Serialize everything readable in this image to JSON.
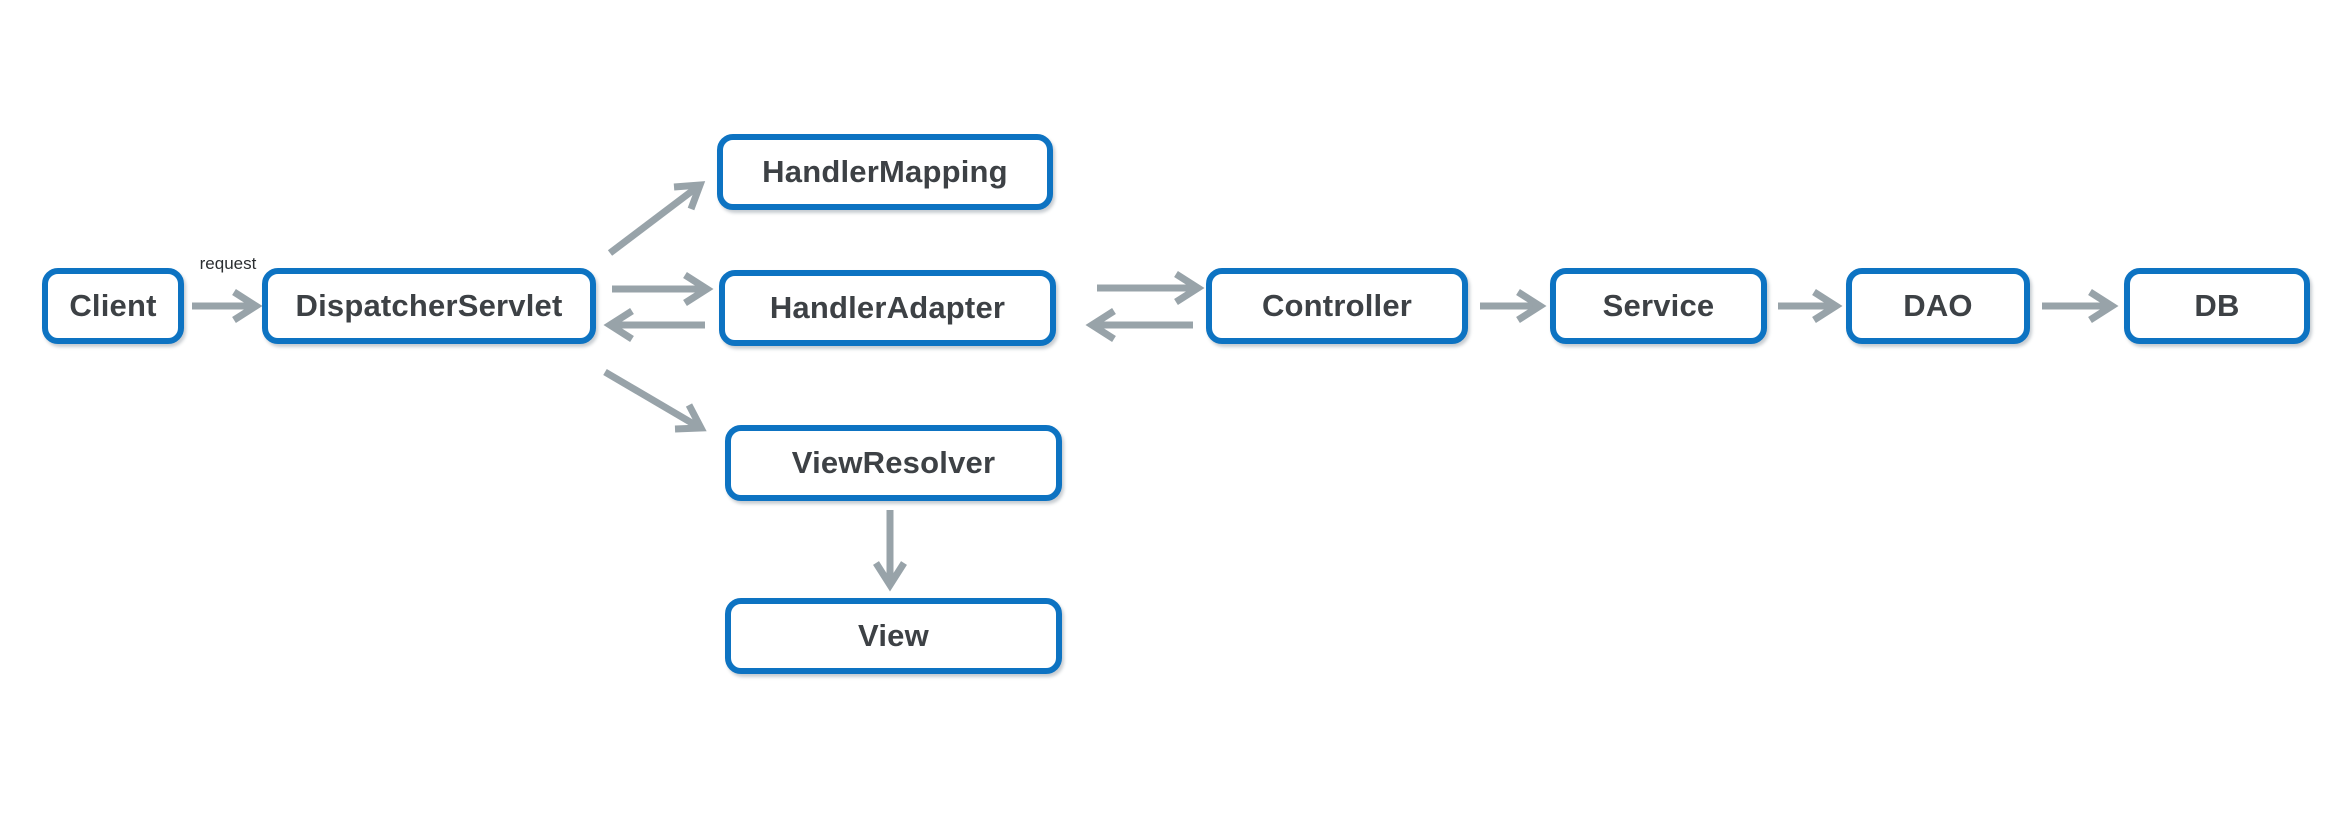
{
  "diagram": {
    "nodes": [
      {
        "id": "client",
        "label": "Client"
      },
      {
        "id": "dispatcher-servlet",
        "label": "DispatcherServlet"
      },
      {
        "id": "handler-mapping",
        "label": "HandlerMapping"
      },
      {
        "id": "handler-adapter",
        "label": "HandlerAdapter"
      },
      {
        "id": "view-resolver",
        "label": "ViewResolver"
      },
      {
        "id": "view",
        "label": "View"
      },
      {
        "id": "controller",
        "label": "Controller"
      },
      {
        "id": "service",
        "label": "Service"
      },
      {
        "id": "dao",
        "label": "DAO"
      },
      {
        "id": "db",
        "label": "DB"
      }
    ],
    "edges": [
      {
        "from": "Client",
        "to": "DispatcherServlet",
        "label": "request"
      },
      {
        "from": "DispatcherServlet",
        "to": "HandlerMapping"
      },
      {
        "from": "DispatcherServlet",
        "to": "HandlerAdapter"
      },
      {
        "from": "HandlerAdapter",
        "to": "DispatcherServlet"
      },
      {
        "from": "DispatcherServlet",
        "to": "ViewResolver"
      },
      {
        "from": "HandlerAdapter",
        "to": "Controller"
      },
      {
        "from": "Controller",
        "to": "HandlerAdapter"
      },
      {
        "from": "Controller",
        "to": "Service"
      },
      {
        "from": "Service",
        "to": "DAO"
      },
      {
        "from": "DAO",
        "to": "DB"
      },
      {
        "from": "ViewResolver",
        "to": "View"
      }
    ],
    "colors": {
      "box_border": "#0d73c2",
      "box_fill": "#ffffff",
      "arrow": "#98a3a9",
      "text": "#3d4145"
    }
  }
}
